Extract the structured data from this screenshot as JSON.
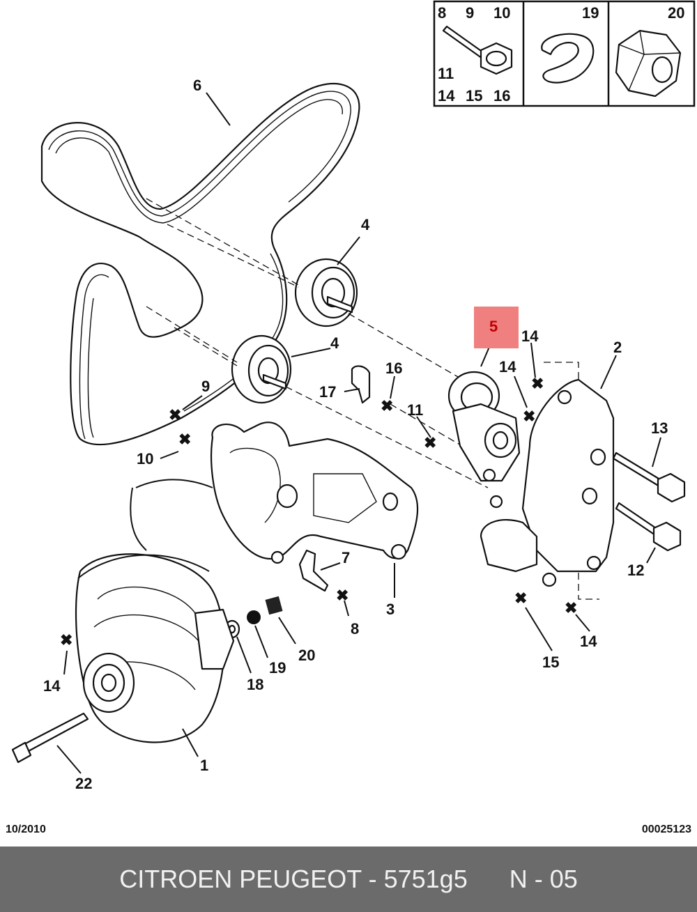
{
  "legend": {
    "col1_top": [
      "8",
      "9",
      "10"
    ],
    "col1_bottom_row1": [
      "11"
    ],
    "col1_bottom_row2": [
      "14",
      "15",
      "16"
    ],
    "col2": "19",
    "col3": "20"
  },
  "labels": [
    {
      "id": "6",
      "text": "6"
    },
    {
      "id": "4a",
      "text": "4"
    },
    {
      "id": "4b",
      "text": "4"
    },
    {
      "id": "5",
      "text": "5"
    },
    {
      "id": "14a",
      "text": "14"
    },
    {
      "id": "14b",
      "text": "14"
    },
    {
      "id": "2",
      "text": "2"
    },
    {
      "id": "16",
      "text": "16"
    },
    {
      "id": "17",
      "text": "17"
    },
    {
      "id": "9",
      "text": "9"
    },
    {
      "id": "11",
      "text": "11"
    },
    {
      "id": "13",
      "text": "13"
    },
    {
      "id": "10",
      "text": "10"
    },
    {
      "id": "7",
      "text": "7"
    },
    {
      "id": "12",
      "text": "12"
    },
    {
      "id": "3",
      "text": "3"
    },
    {
      "id": "8",
      "text": "8"
    },
    {
      "id": "14c",
      "text": "14"
    },
    {
      "id": "15",
      "text": "15"
    },
    {
      "id": "14d",
      "text": "14"
    },
    {
      "id": "20",
      "text": "20"
    },
    {
      "id": "19",
      "text": "19"
    },
    {
      "id": "18",
      "text": "18"
    },
    {
      "id": "14e",
      "text": "14"
    },
    {
      "id": "1",
      "text": "1"
    },
    {
      "id": "22",
      "text": "22"
    }
  ],
  "date": "10/2010",
  "ref_code": "00025123",
  "footer": {
    "text": "CITROEN PEUGEOT - 5751g5      N - 05"
  },
  "colors": {
    "highlight_box": "#f08080",
    "highlight_text": "#c00000",
    "footer_bg": "#6b6b6b",
    "footer_text": "#f2f2f2"
  }
}
